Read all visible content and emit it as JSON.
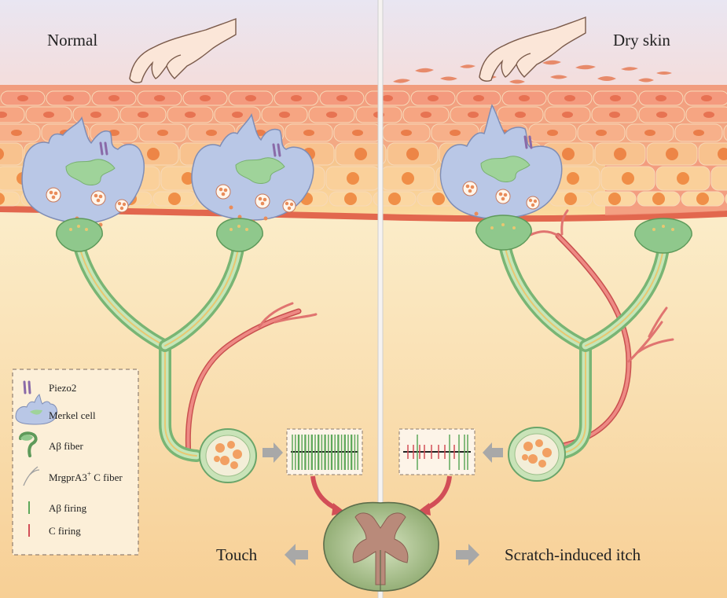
{
  "panels": {
    "left_title": "Normal",
    "right_title": "Dry skin"
  },
  "outcomes": {
    "left": "Touch",
    "right": "Scratch-induced itch"
  },
  "legend": {
    "items": [
      {
        "label": "Piezo2",
        "icon": "piezo2-icon"
      },
      {
        "label": "Merkel cell",
        "icon": "merkel-cell-icon"
      },
      {
        "label": "Aβ fiber",
        "icon": "abeta-fiber-icon"
      },
      {
        "label": "MrgprA3",
        "superscript": "+",
        "label_suffix": " C fiber",
        "icon": "c-fiber-icon"
      },
      {
        "label": "Aβ firing",
        "icon": "abeta-firing-icon"
      },
      {
        "label": "C firing",
        "icon": "c-firing-icon"
      }
    ]
  },
  "colors": {
    "background_top": "#e6e3f0",
    "background_bottom": "#f6d8a8",
    "skin_cell": "#f2a07e",
    "skin_nucleus": "#e46a4a",
    "merkel_cell": "#b9c7e6",
    "abeta_fiber": "#8fc88c",
    "c_fiber": "#e0706a",
    "spinal_cord": "#9bb37e",
    "gray_matter": "#b98a7a",
    "arrow_gray": "#a8a8a8",
    "arrow_red": "#d24e57"
  }
}
